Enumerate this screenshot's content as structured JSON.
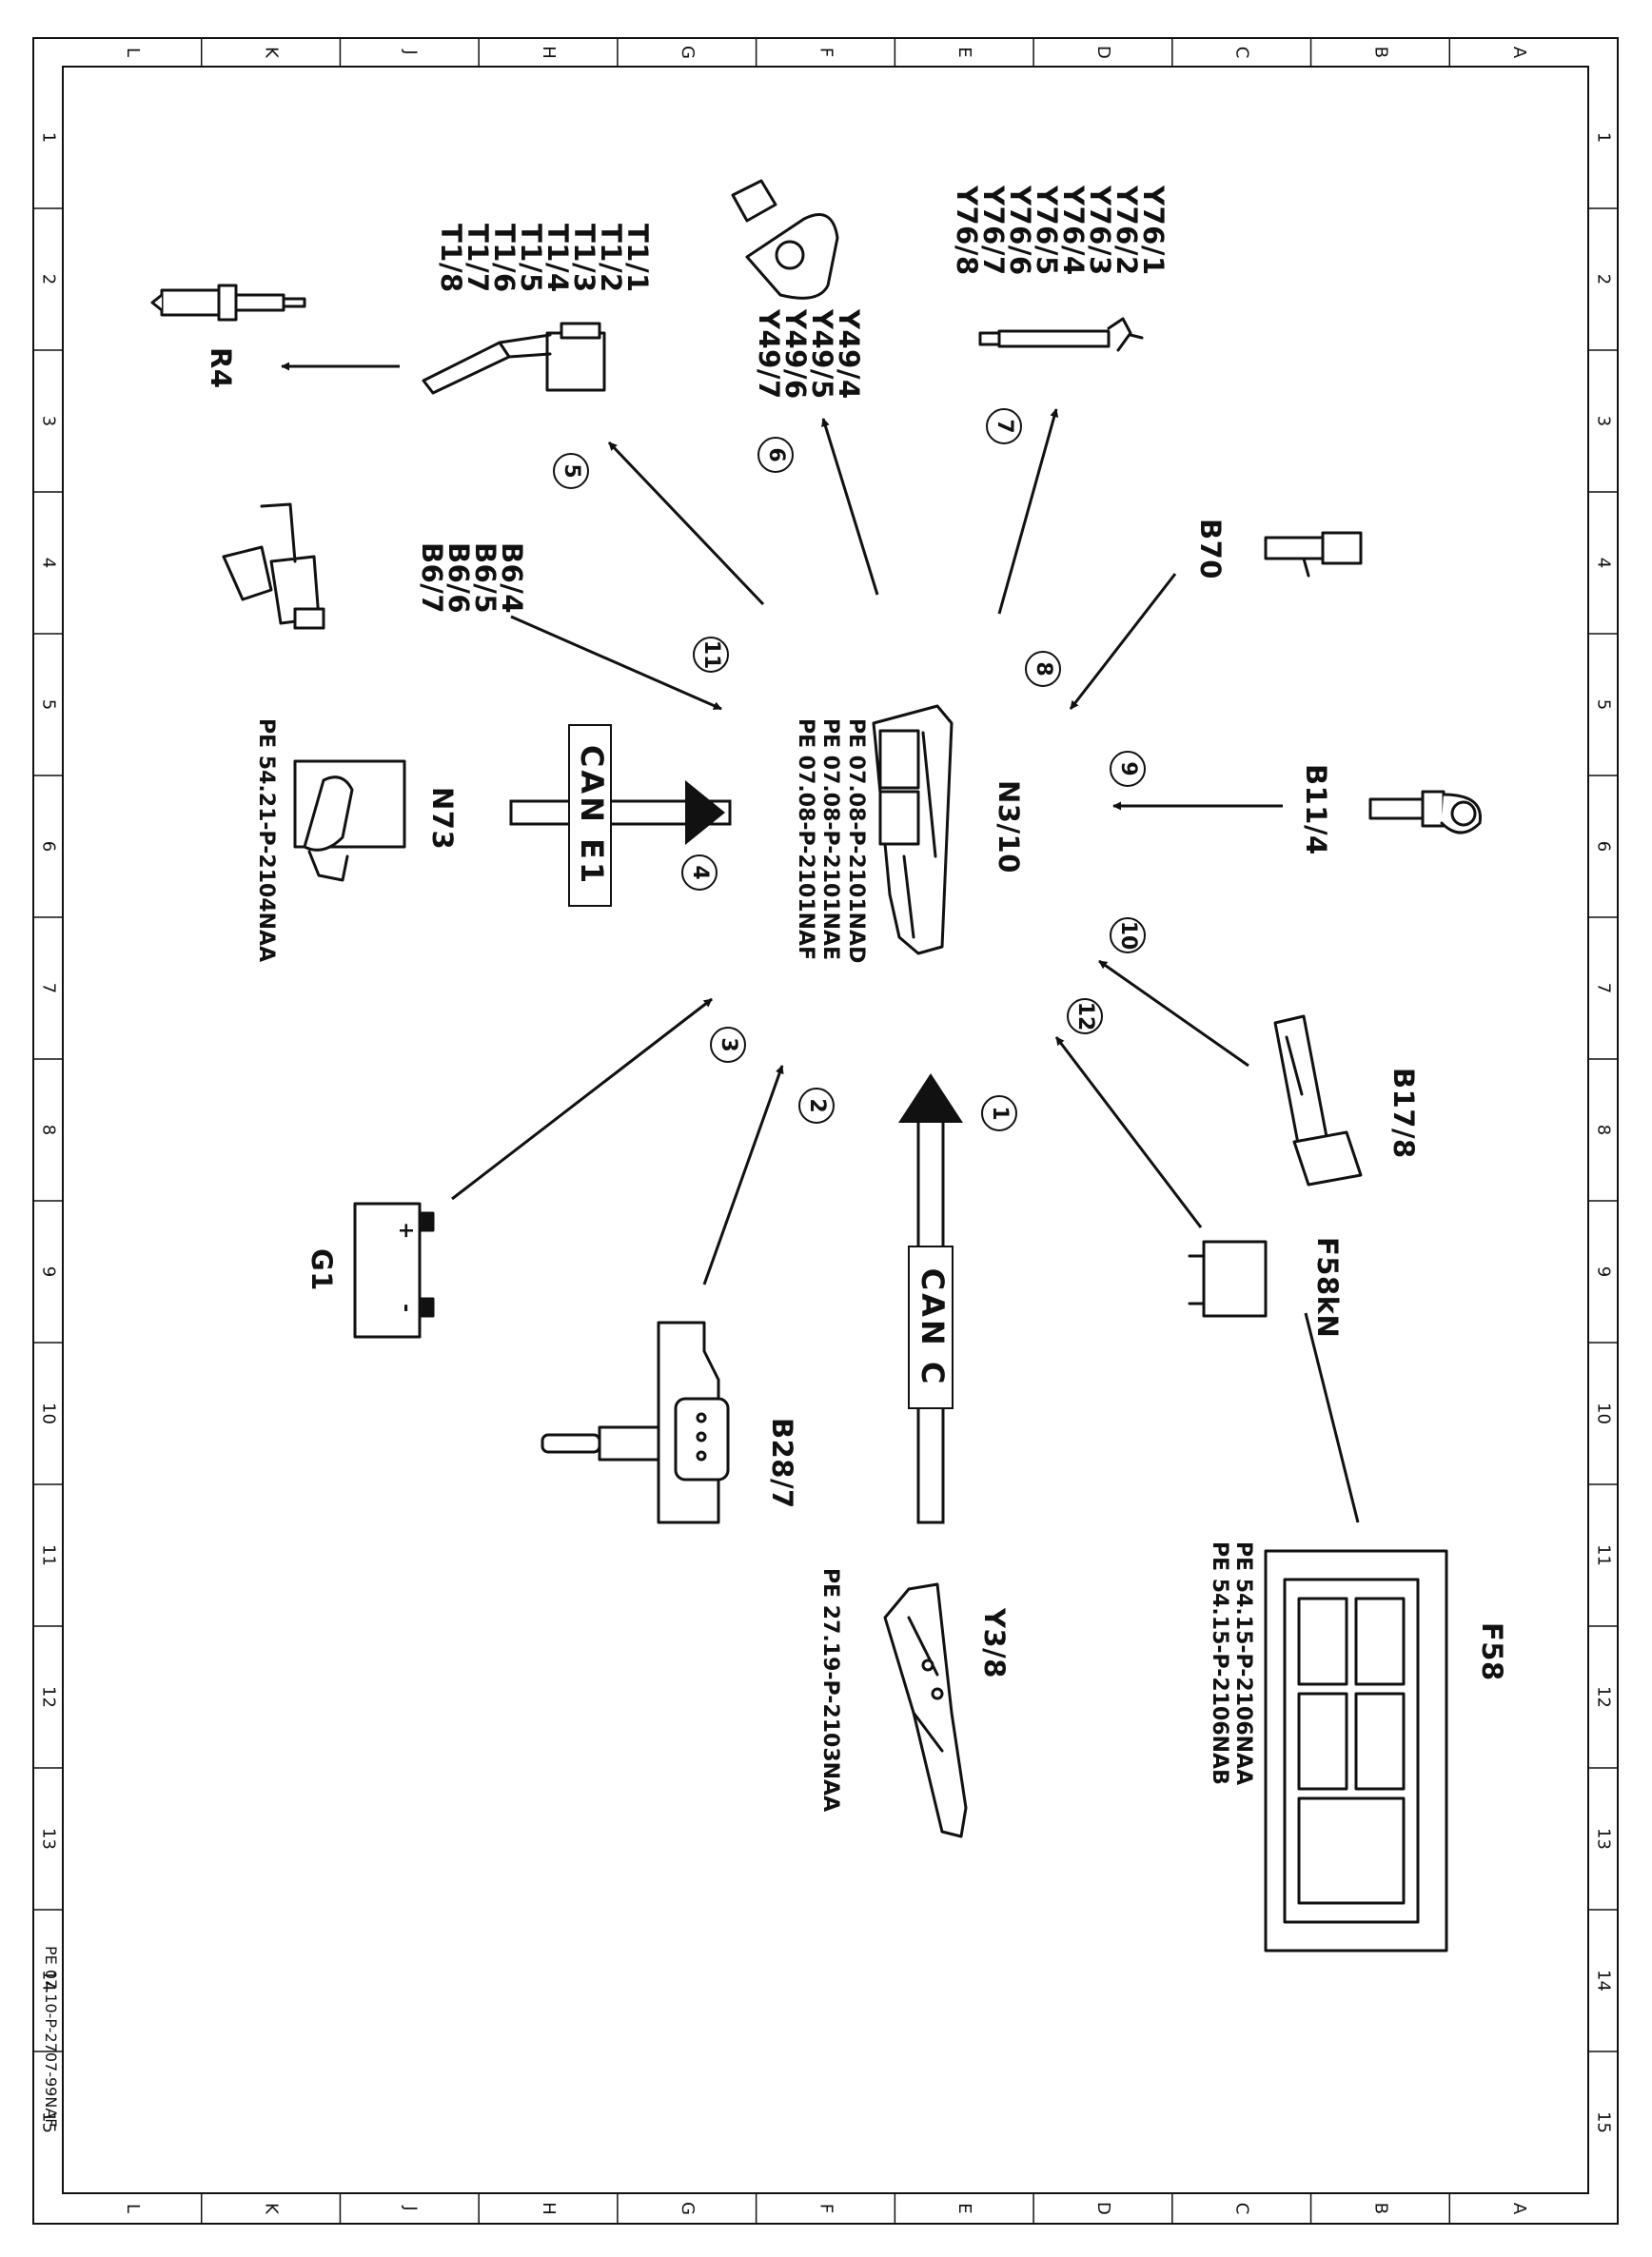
{
  "frame": {
    "columns": [
      "L",
      "K",
      "J",
      "H",
      "G",
      "F",
      "E",
      "D",
      "C",
      "B",
      "A"
    ],
    "rows": [
      "1",
      "2",
      "3",
      "4",
      "5",
      "6",
      "7",
      "8",
      "9",
      "10",
      "11",
      "12",
      "13",
      "14",
      "15"
    ],
    "document_code": "PE 07.10-P-2707-99NAF"
  },
  "components": {
    "control_unit": {
      "name": "N3/10",
      "refs": [
        "PE 07.08-P-2101NAD",
        "PE 07.08-P-2101NAE",
        "PE 07.08-P-2101NAF"
      ]
    },
    "ignition_coils": {
      "labels": [
        "T1/1",
        "T1/2",
        "T1/3",
        "T1/4",
        "T1/5",
        "T1/6",
        "T1/7",
        "T1/8"
      ]
    },
    "spark_plug": {
      "name": "R4"
    },
    "camshaft_solenoids": {
      "labels": [
        "Y49/4",
        "Y49/5",
        "Y49/6",
        "Y49/7"
      ]
    },
    "injectors": {
      "labels": [
        "Y76/1",
        "Y76/2",
        "Y76/3",
        "Y76/4",
        "Y76/5",
        "Y76/6",
        "Y76/7",
        "Y76/8"
      ]
    },
    "b70": {
      "name": "B70"
    },
    "b6": {
      "labels": [
        "B6/4",
        "B6/5",
        "B6/6",
        "B6/7"
      ]
    },
    "b11": {
      "name": "B11/4"
    },
    "n73": {
      "name": "N73",
      "ref": "PE 54.21-P-2104NAA"
    },
    "b17": {
      "name": "B17/8"
    },
    "f58kn": {
      "name": "F58kN"
    },
    "f58": {
      "name": "F58",
      "refs": [
        "PE 54.15-P-2106NAA",
        "PE 54.15-P-2106NAB"
      ]
    },
    "g1": {
      "name": "G1",
      "plus": "+",
      "minus": "-"
    },
    "b28": {
      "name": "B28/7"
    },
    "y3": {
      "name": "Y3/8",
      "ref": "PE 27.19-P-2103NAA"
    }
  },
  "buses": {
    "can_e1": "CAN E1",
    "can_c": "CAN C"
  },
  "connections": [
    "1",
    "2",
    "3",
    "4",
    "5",
    "6",
    "7",
    "8",
    "9",
    "10",
    "11",
    "12"
  ]
}
